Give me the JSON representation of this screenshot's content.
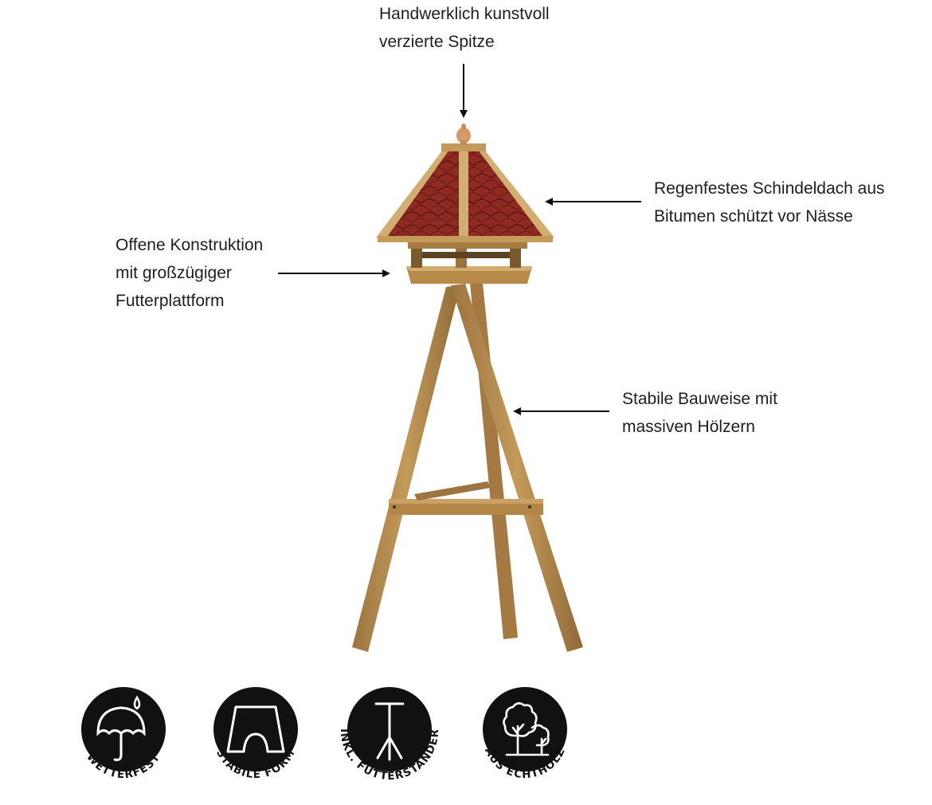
{
  "callouts": {
    "spire": [
      "Handwerklich kunstvoll",
      "verzierte Spitze"
    ],
    "roof": [
      "Regenfestes Schindeldach aus",
      "Bitumen schützt vor Nässe"
    ],
    "platform": [
      "Offene Konstruktion",
      "mit großzügiger",
      "Futterplattform"
    ],
    "stand": [
      "Stabile Bauweise mit",
      "massiven Hölzern"
    ]
  },
  "badges": [
    {
      "label": "WETTERFEST",
      "icon": "umbrella-rain-icon"
    },
    {
      "label": "STABILE FORM",
      "icon": "stable-shape-icon"
    },
    {
      "label": "INKL. FUTTERSTÄNDER",
      "icon": "feeder-stand-icon"
    },
    {
      "label": "AUS ECHTHOLZ",
      "icon": "trees-icon"
    }
  ],
  "colors": {
    "wood": "#b88a4a",
    "wood_dark": "#8c6a36",
    "roof_shingle": "#8e2a22",
    "badge_fill": "#111111"
  }
}
